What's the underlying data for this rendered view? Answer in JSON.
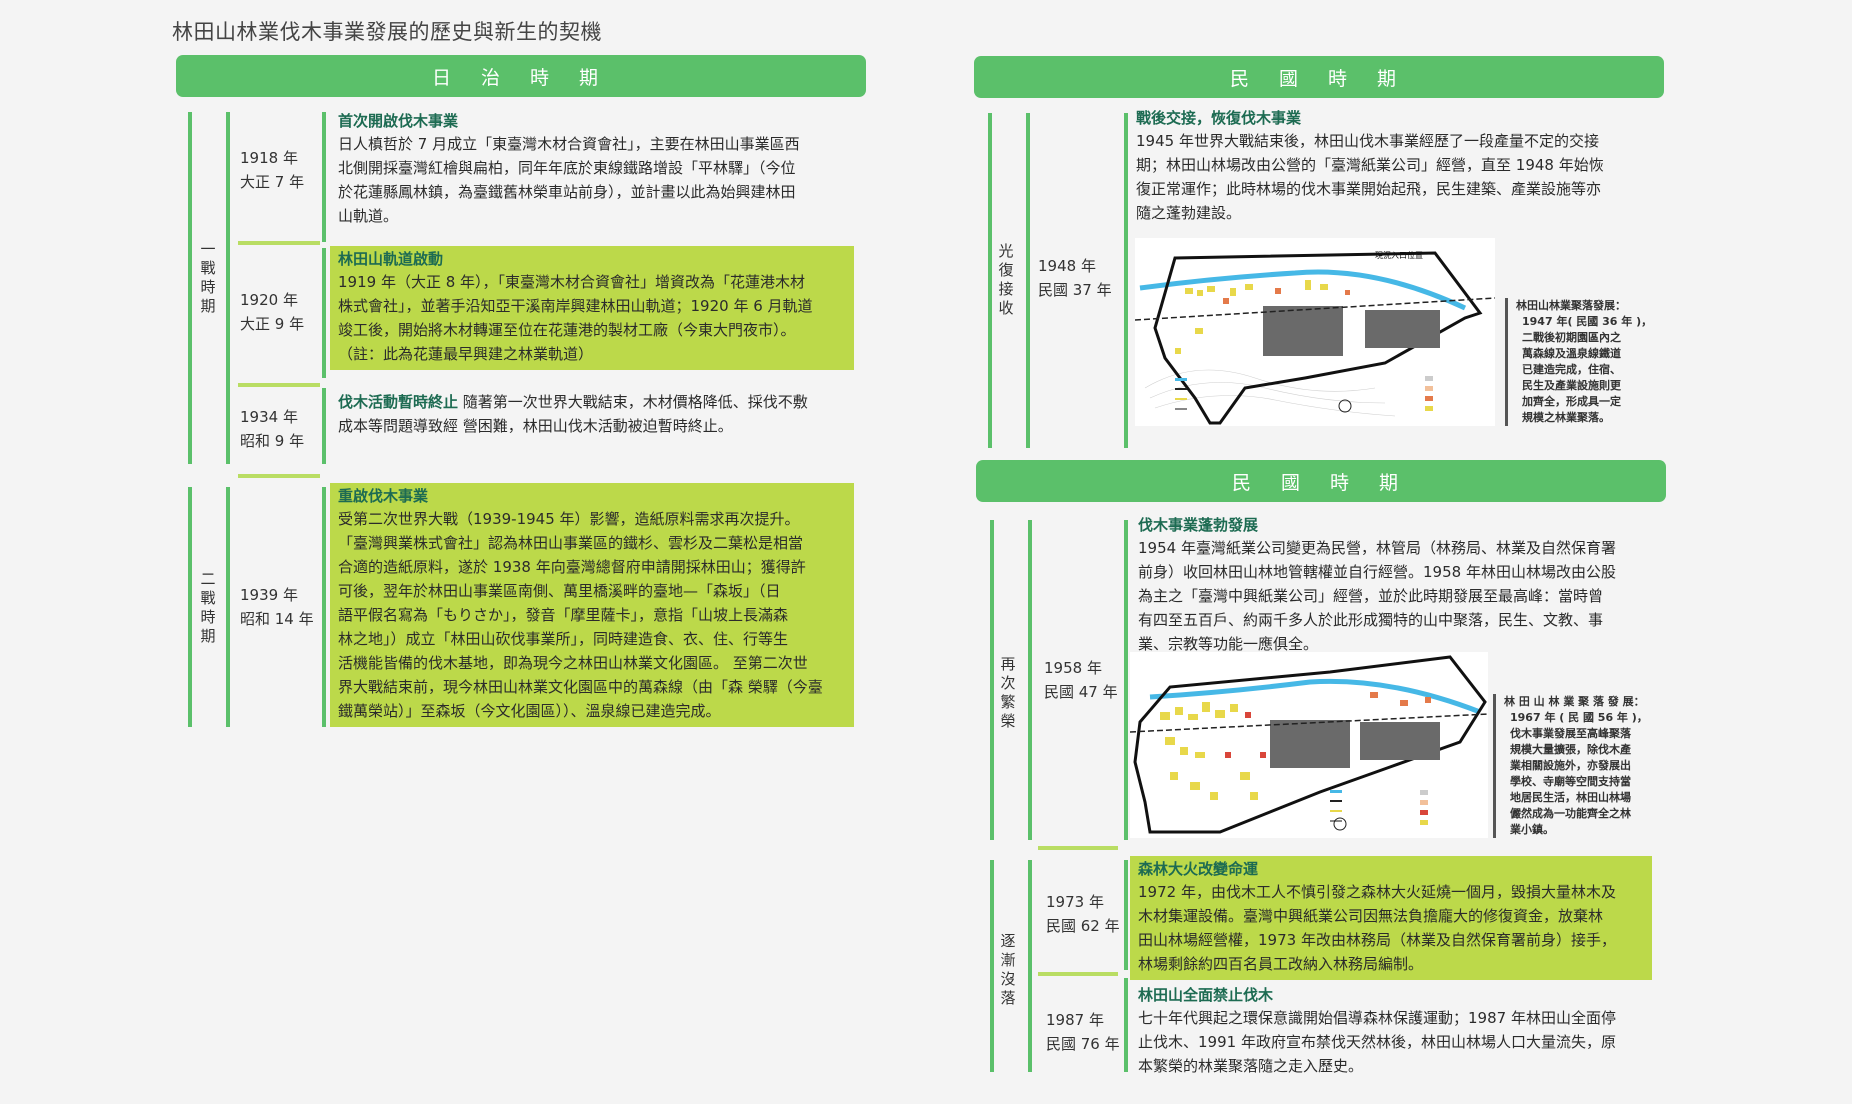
{
  "page_title": "林田山林業伐木事業發展的歷史與新生的契機",
  "left": {
    "header": "日 治 時 期",
    "groups": [
      {
        "label": "一\n戰\n時\n期"
      },
      {
        "label": "二\n戰\n時\n期"
      }
    ],
    "entries": [
      {
        "date_year": "1918 年",
        "date_era": "大正 7 年",
        "title": "首次開啟伐木事業",
        "lines": [
          "日人槙哲於 7 月成立「東臺灣木材合資會社」，主要在林田山事業區西",
          "北側開採臺灣紅檜與扁柏，同年年底於東線鐵路增設「平林驛」（今位",
          "於花蓮縣鳳林鎮，為臺鐵舊林榮車站前身），並計畫以此為始興建林田",
          "山軌道。"
        ]
      },
      {
        "date_year": "1920 年",
        "date_era": "大正 9 年",
        "title": "林田山軌道啟動",
        "lines": [
          "1919 年（大正 8 年），「東臺灣木材合資會社」增資改為「花蓮港木材",
          "株式會社」，並著手沿知亞干溪南岸興建林田山軌道；1920 年 6 月軌道",
          "竣工後，開始將木材轉運至位在花蓮港的製材工廠（今東大門夜市）。",
          "（註：此為花蓮最早興建之林業軌道）"
        ]
      },
      {
        "date_year": "1934 年",
        "date_era": "昭和 9 年",
        "title": "伐木活動暫時終止",
        "lines": [
          " 隨著第一次世界大戰結束，木材價格降低、採伐不敷",
          "成本等問題導致經  營困難，林田山伐木活動被迫暫時終止。"
        ]
      },
      {
        "date_year": "1939 年",
        "date_era": "昭和 14 年",
        "title": "重啟伐木事業",
        "lines": [
          "受第二次世界大戰（1939-1945 年）影響，造紙原料需求再次提升。",
          "「臺灣興業株式會社」認為林田山事業區的鐵杉、雲杉及二葉松是相當",
          "合適的造紙原料，遂於 1938 年向臺灣總督府申請開採林田山；獲得許",
          "可後，翌年於林田山事業區南側、萬里橋溪畔的臺地—「森坂」（日",
          "語平假名寫為「もりさか」，發音「摩里薩卡」，意指「山坡上長滿森",
          "林之地」）成立「林田山砍伐事業所」，同時建造食、衣、住、行等生",
          "活機能皆備的伐木基地，即為現今之林田山林業文化園區。 至第二次世",
          "界大戰結束前，現今林田山林業文化園區中的萬森線（由「森 榮驛（今臺",
          "鐵萬榮站）」至森坂（今文化園區））、溫泉線已建造完成。"
        ]
      }
    ]
  },
  "right_top": {
    "header": "民 國 時 期",
    "group_label": "光\n復\n接\n收",
    "entry": {
      "date_year": "1948 年",
      "date_era": "民國 37 年",
      "title": "戰後交接，恢復伐木事業",
      "lines": [
        "1945 年世界大戰結束後，林田山伐木事業經歷了一段產量不定的交接",
        "期；林田山林場改由公營的「臺灣紙業公司」經營，直至  1948 年始恢",
        "復正常運作；此時林場的伐木事業開始起飛，民生建築、產業設施等亦",
        "隨之蓬勃建設。"
      ]
    },
    "map_caption": [
      "林田山林業聚落發展：",
      "1947 年( 民國 36 年 )，",
      "二戰後初期園區內之",
      "萬森線及溫泉線鐵道",
      "已建造完成，住宿、",
      "民生及產業設施則更",
      "加齊全，形成具一定",
      "規模之林業聚落。"
    ],
    "map_label": "現況入口位置"
  },
  "right_bottom": {
    "header": "民 國 時 期",
    "groups": [
      {
        "label": "再\n次\n繁\n榮"
      },
      {
        "label": "逐\n漸\n沒\n落"
      }
    ],
    "entries": [
      {
        "date_year": "1958 年",
        "date_era": "民國 47 年",
        "title": "伐木事業蓬勃發展",
        "lines": [
          "1954 年臺灣紙業公司變更為民營，林管局（林務局、林業及自然保育署",
          "前身）收回林田山林地管轄權並自行經營。1958 年林田山林場改由公股",
          "為主之「臺灣中興紙業公司」經營，並於此時期發展至最高峰：當時曾",
          "有四至五百戶、約兩千多人於此形成獨特的山中聚落，民生、文教、事",
          "業、宗教等功能一應俱全。"
        ]
      },
      {
        "date_year": "1973 年",
        "date_era": "民國 62 年",
        "title": "森林大火改變命運",
        "lines": [
          " 1972 年，由伐木工人不慎引發之森林大火延燒一個月，毀損大量林木及",
          " 木材集運設備。臺灣中興紙業公司因無法負擔龐大的修復資金，放棄林",
          " 田山林場經營權，1973 年改由林務局（林業及自然保育署前身）接手，",
          "林場剩餘約四百名員工改納入林務局編制。"
        ]
      },
      {
        "date_year": "1987 年",
        "date_era": "民國 76 年",
        "title": "林田山全面禁止伐木",
        "lines": [
          " 七十年代興起之環保意識開始倡導森林保護運動；1987 年林田山全面停",
          " 止伐木、1991 年政府宣布禁伐天然林後，林田山林場人口大量流失，原",
          "本繁榮的林業聚落隨之走入歷史。"
        ]
      }
    ],
    "map_caption": [
      "林 田 山 林 業 聚 落 發 展：",
      "1967 年 ( 民 國 56 年 )，",
      "伐木事業發展至高峰聚落",
      "規模大量擴張，除伐木產",
      "業相關設施外，亦發展出",
      "學校、寺廟等空間支持當",
      "地居民生活，林田山林場",
      "儼然成為一功能齊全之林",
      "業小鎮。"
    ]
  },
  "colors": {
    "green": "#5bc06a",
    "lime": "#bcd94a",
    "title_green": "#1d6b52"
  }
}
